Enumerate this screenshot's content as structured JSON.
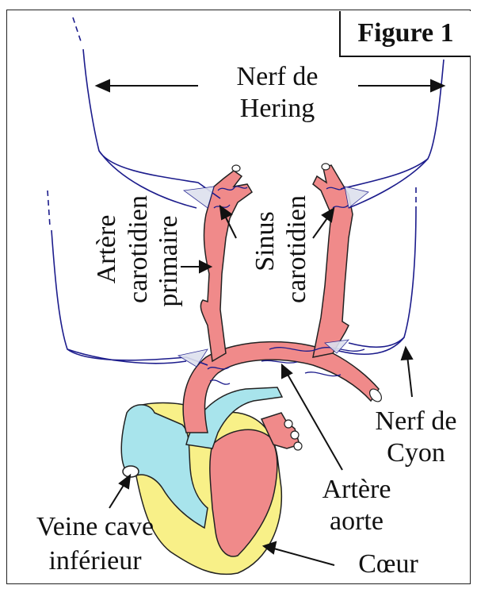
{
  "figure_label": "Figure 1",
  "labels": {
    "nerf_hering_1": "Nerf de",
    "nerf_hering_2": "Hering",
    "artere_carotidien_1": "Artère",
    "artere_carotidien_2": "carotidien",
    "artere_carotidien_3": "primaire",
    "sinus_1": "Sinus",
    "sinus_2": "carotidien",
    "nerf_cyon_1": "Nerf de",
    "nerf_cyon_2": "Cyon",
    "artere_aorte_1": "Artère",
    "artere_aorte_2": "aorte",
    "veine_cave_1": "Veine cave",
    "veine_cave_2": "inférieur",
    "coeur": "Cœur"
  },
  "colors": {
    "artery": "#f08a8a",
    "vein": "#a8e4ec",
    "heart_yellow": "#f8f088",
    "nerve": "#1c1c8c",
    "ink": "#111111"
  }
}
